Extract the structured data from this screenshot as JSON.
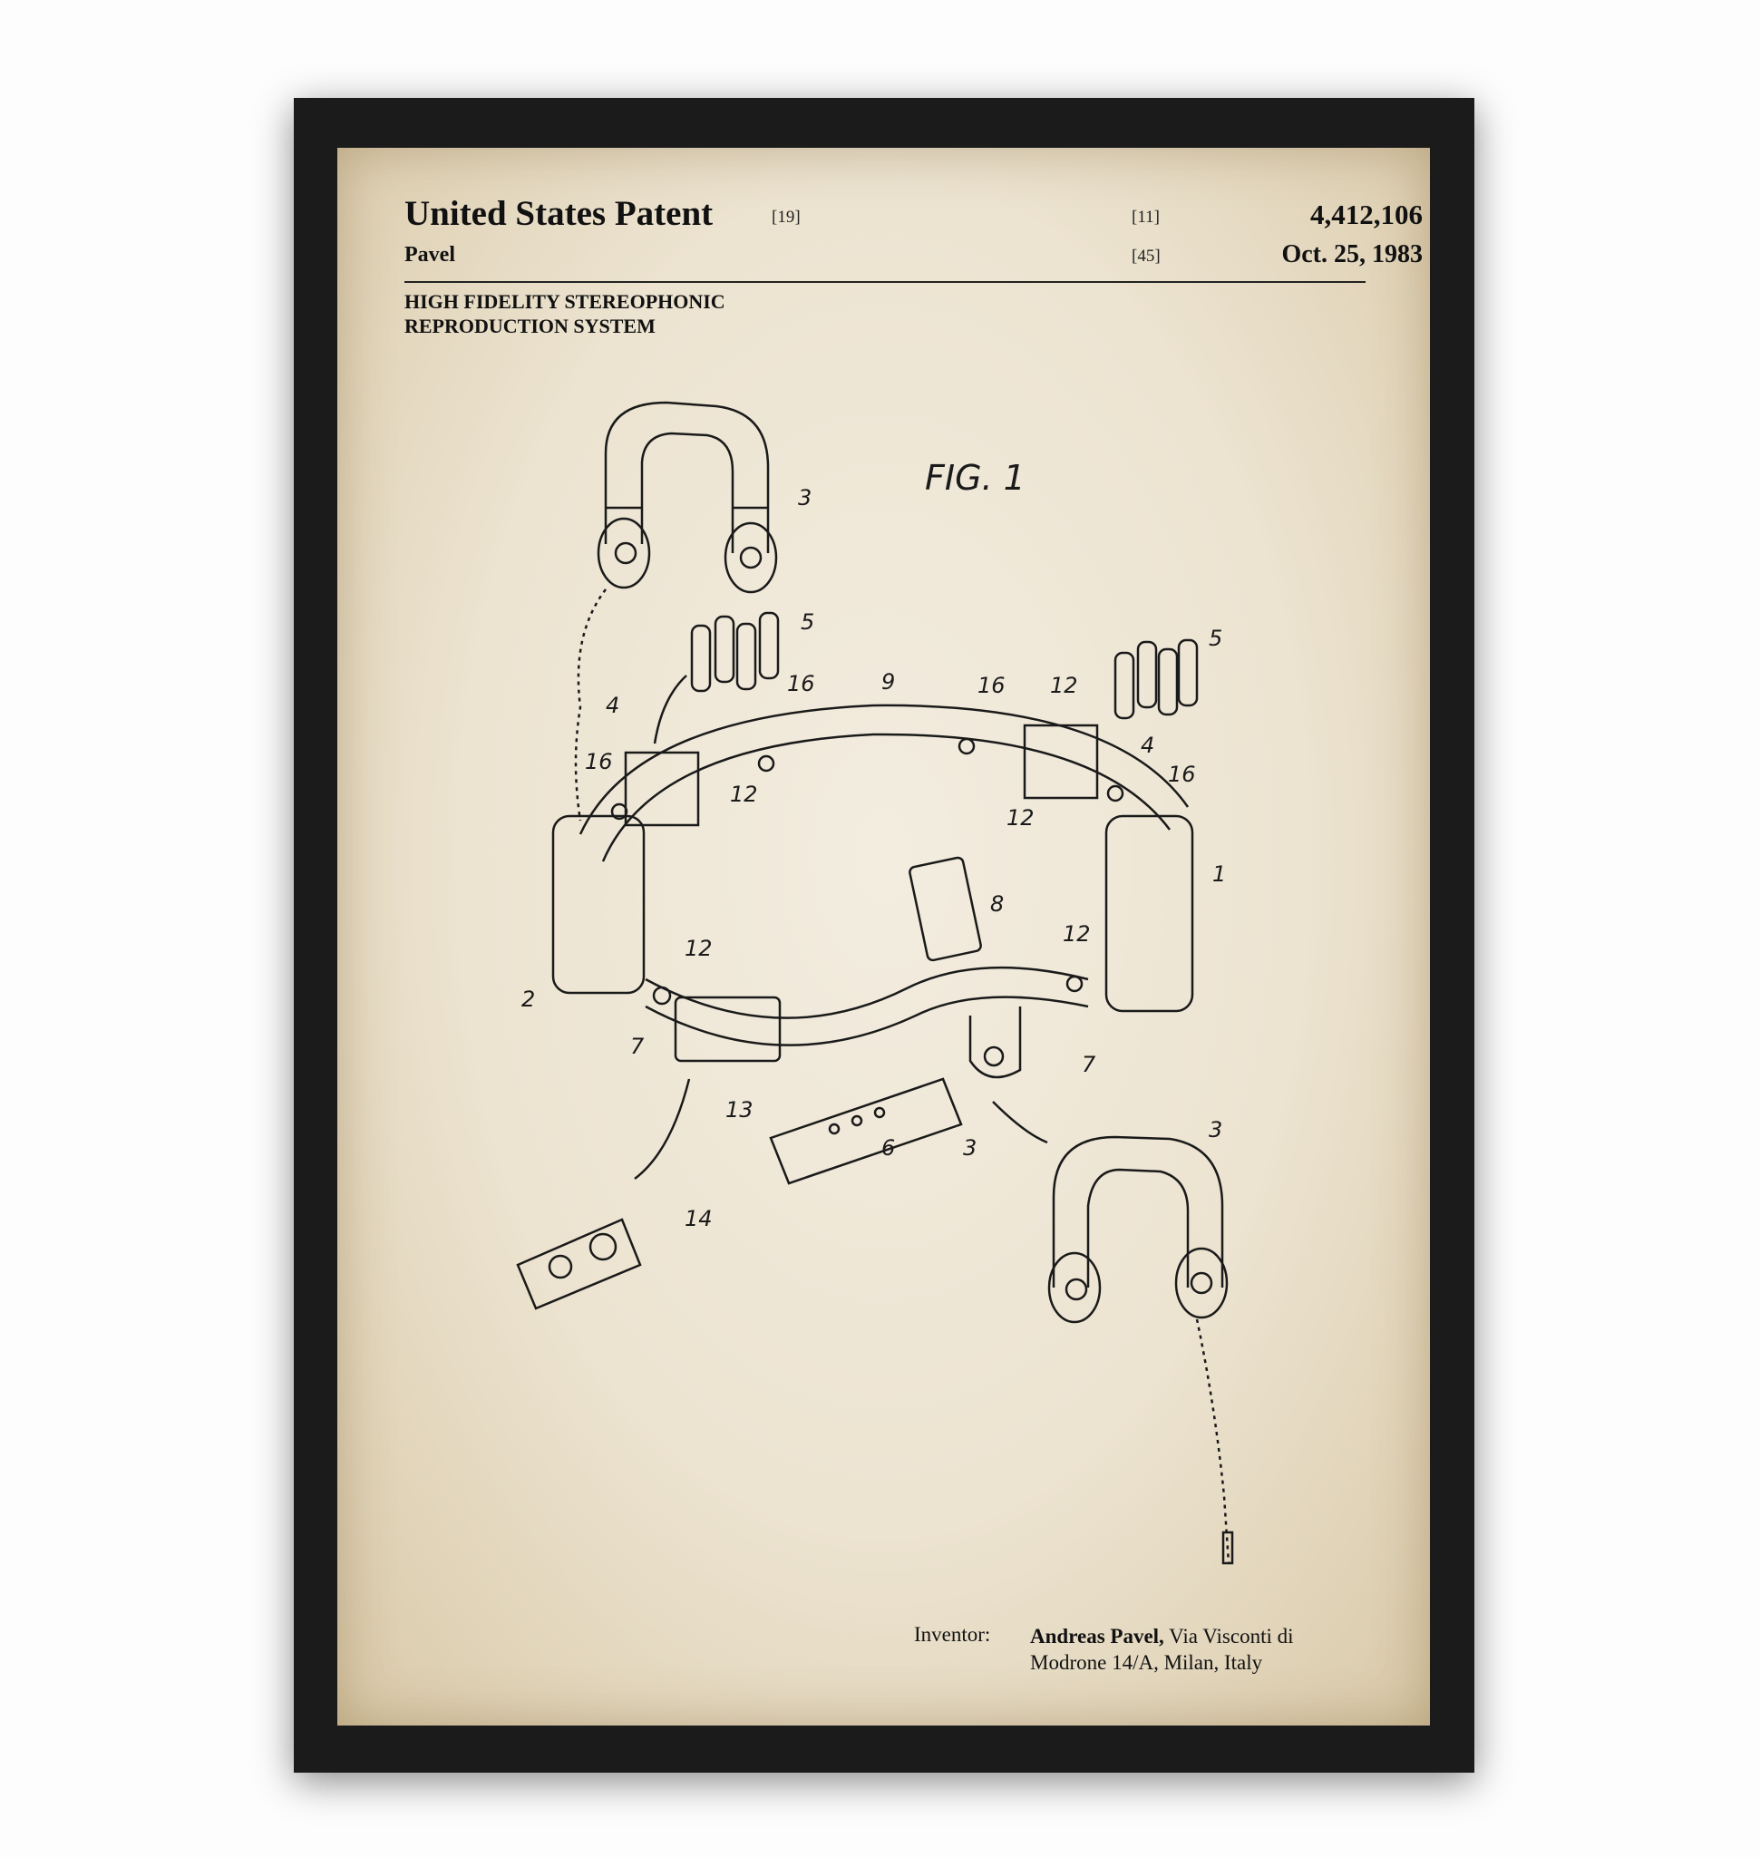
{
  "header": {
    "title": "United States Patent",
    "title_code": "[19]",
    "number_code": "[11]",
    "patent_number": "4,412,106",
    "inventor_surname": "Pavel",
    "date_code": "[45]",
    "date": "Oct. 25, 1983",
    "subject_line1": "HIGH FIDELITY STEREOPHONIC",
    "subject_line2": "REPRODUCTION SYSTEM"
  },
  "figure": {
    "caption": "FIG. 1",
    "labels": [
      "3",
      "5",
      "5",
      "16",
      "9",
      "16",
      "12",
      "4",
      "4",
      "16",
      "12",
      "16",
      "12",
      "1",
      "8",
      "12",
      "12",
      "2",
      "7",
      "7",
      "13",
      "6",
      "3",
      "3",
      "14"
    ]
  },
  "inventor": {
    "label": "Inventor:",
    "name": "Andreas Pavel,",
    "address1": " Via Visconti di",
    "address2": "Modrone 14/A, Milan, Italy"
  },
  "colors": {
    "frame": "#1b1b1b",
    "paper": "#ece3d0",
    "ink": "#111111"
  }
}
